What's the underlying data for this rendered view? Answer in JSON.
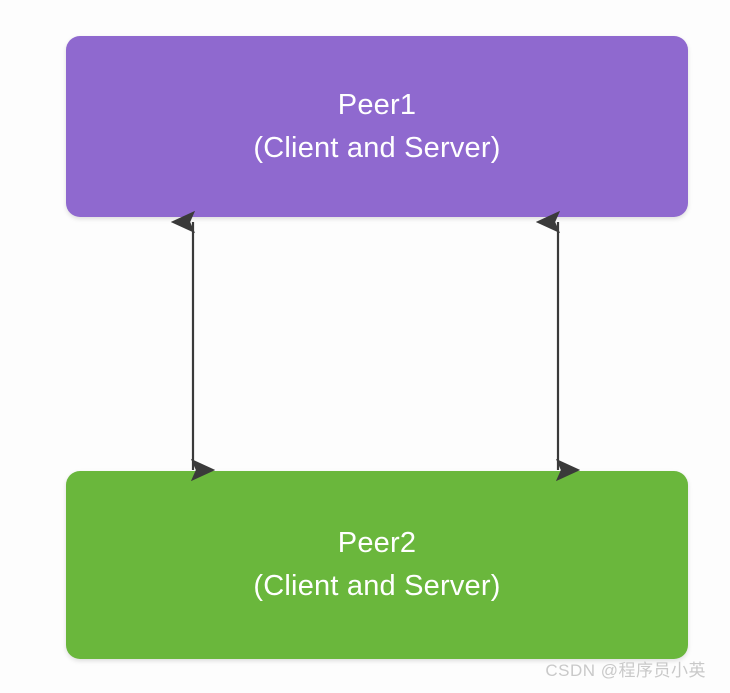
{
  "diagram": {
    "type": "peer-to-peer-architecture",
    "background_color": "#fdfdfd",
    "nodes": [
      {
        "id": "peer1",
        "title": "Peer1",
        "subtitle": "(Client and Server)",
        "fill_color": "#8f69cf",
        "text_color": "#ffffff"
      },
      {
        "id": "peer2",
        "title": "Peer2",
        "subtitle": "(Client and Server)",
        "fill_color": "#6ab73c",
        "text_color": "#ffffff"
      }
    ],
    "connectors": [
      {
        "id": "left-link",
        "from": "peer1",
        "to": "peer2",
        "style": "double-headed-arrow",
        "color": "#3a3a3a"
      },
      {
        "id": "right-link",
        "from": "peer1",
        "to": "peer2",
        "style": "double-headed-arrow",
        "color": "#3a3a3a"
      }
    ]
  },
  "watermark": {
    "text": "CSDN @程序员小英",
    "color": "#c9c9c9"
  }
}
